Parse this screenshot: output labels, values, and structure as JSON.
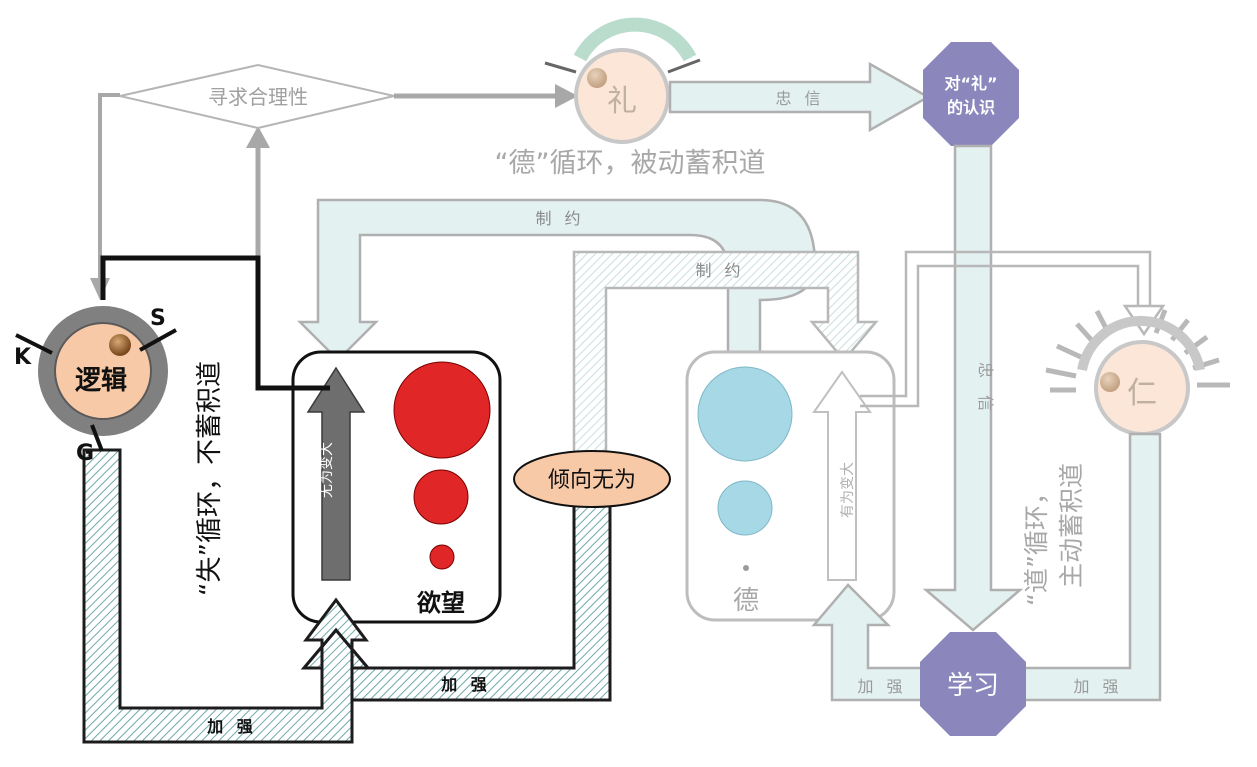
{
  "nodes": {
    "logic": {
      "label": "逻辑",
      "marks": [
        "K",
        "S",
        "G"
      ]
    },
    "li": {
      "label": "礼"
    },
    "ren": {
      "label": "仁"
    },
    "seek_rationality": {
      "label": "寻求合理性"
    },
    "recognition": {
      "label": "对“礼”\n的认识",
      "line1": "对“礼”",
      "line2": "的认识"
    },
    "learning": {
      "label": "学习"
    },
    "tend_wuwei": {
      "label": "倾向无为"
    },
    "desire_box": {
      "label": "欲望",
      "arrow_label": "无为变大"
    },
    "virtue_box": {
      "label": "德",
      "arrow_label": "有为变大"
    }
  },
  "edges": {
    "zhongxin_top": "忠 信",
    "zhongxin_vertical": "忠 信",
    "zhiyue_1": "制 约",
    "zhiyue_2": "制 约",
    "jiaqiang_1": "加 强",
    "jiaqiang_2": "加 强",
    "jiaqiang_3": "加 强",
    "jiaqiang_4": "加 强"
  },
  "captions": {
    "de_cycle": "“德”循环，被动蓄积道",
    "shi_cycle": "“失”循环，不蓄积道",
    "dao_cycle_line1": "“道”循环，",
    "dao_cycle_line2": "主动蓄积道"
  },
  "colors": {
    "red": "#e02626",
    "blue_light": "#a7d8e6",
    "octagon": "#8b87bd",
    "peach": "#f7c9a7",
    "pipe_fill": "#e4f1f1",
    "gray_line": "#a8a8a8",
    "dark_gray_arrow": "#6e6e6e"
  }
}
